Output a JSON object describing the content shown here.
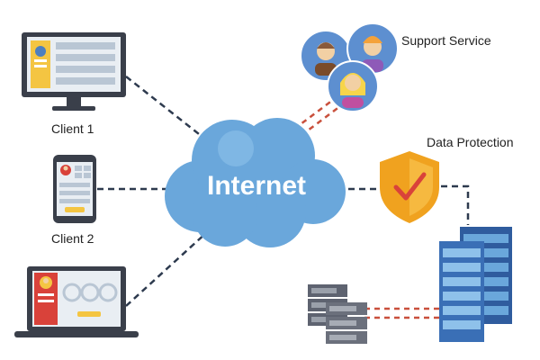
{
  "network": {
    "hub_label": "Internet",
    "nodes": [
      {
        "id": "client-1",
        "label": "Client 1",
        "icon": "desktop-monitor-icon"
      },
      {
        "id": "client-2",
        "label": "Client 2",
        "icon": "smartphone-icon"
      },
      {
        "id": "client-3",
        "label": "",
        "icon": "laptop-icon"
      },
      {
        "id": "support",
        "label": "Support Service",
        "icon": "support-people-icon"
      },
      {
        "id": "data-protection",
        "label": "Data Protection",
        "icon": "shield-check-icon"
      },
      {
        "id": "servers",
        "label": "",
        "icon": "server-rack-icon"
      }
    ],
    "edges": [
      {
        "from": "client-1",
        "to": "internet",
        "style": "dashed"
      },
      {
        "from": "client-2",
        "to": "internet",
        "style": "dashed"
      },
      {
        "from": "client-3",
        "to": "internet",
        "style": "dashed"
      },
      {
        "from": "internet",
        "to": "support",
        "style": "double-dashed"
      },
      {
        "from": "internet",
        "to": "data-protection",
        "style": "dashed"
      },
      {
        "from": "data-protection",
        "to": "servers",
        "style": "dashed"
      },
      {
        "from": "servers",
        "to": "servers",
        "style": "double-dashed"
      }
    ]
  },
  "colors": {
    "cloud": "#6aa7db",
    "cloud_highlight": "#8ec1ea",
    "device_dark": "#3a3f4a",
    "accent_yellow": "#f4c542",
    "accent_red": "#d9423a",
    "shield": "#f0a21f",
    "server_blue": "#3a6fb6",
    "link_dark": "#2d3a4e",
    "link_red": "#c9503c"
  }
}
